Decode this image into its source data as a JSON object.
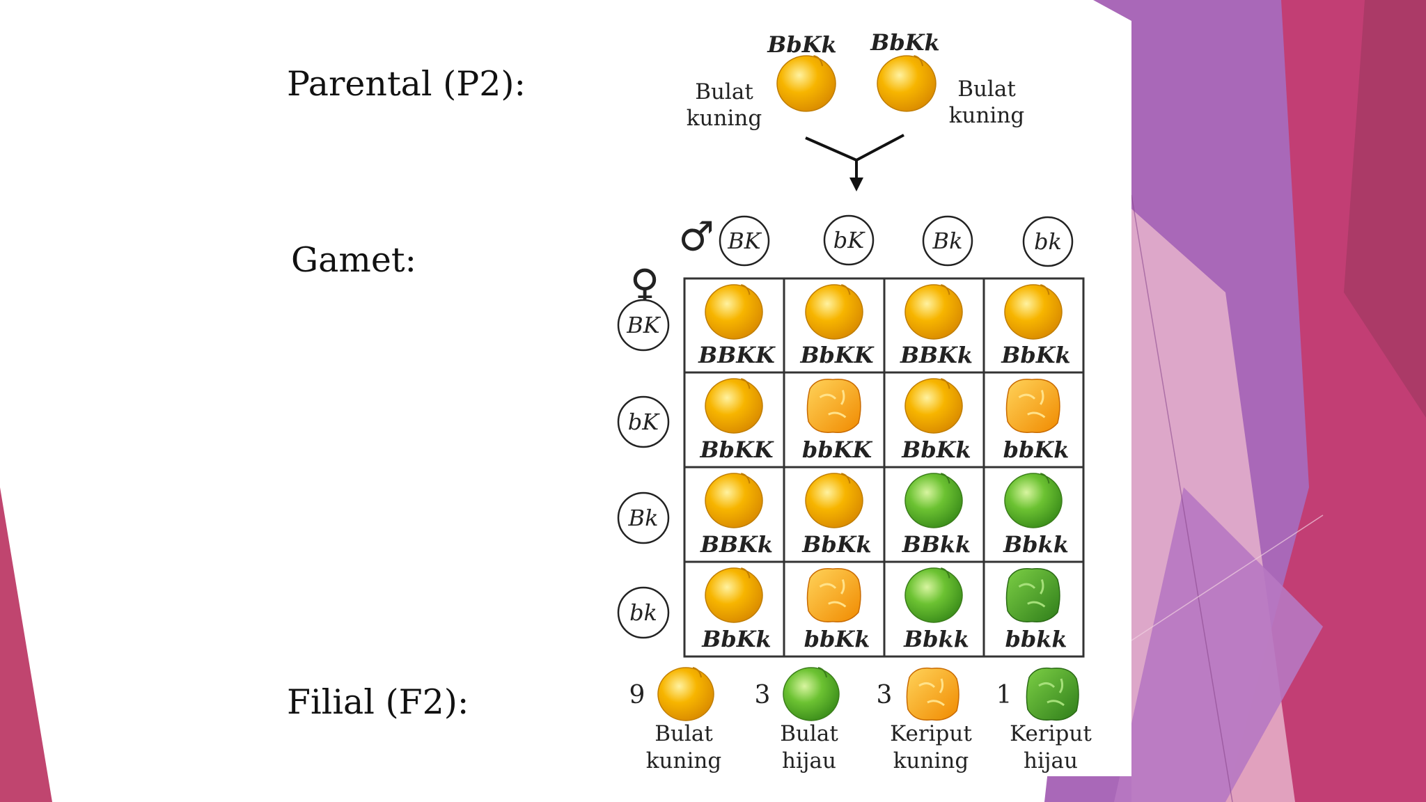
{
  "slide": {
    "labels": {
      "parental": "Parental (P2):",
      "gamet": "Gamet:",
      "filial": "Filial (F2):"
    }
  },
  "parents": [
    {
      "genotype": "BbKk",
      "line1": "Bulat",
      "line2": "kuning",
      "seed": "yellow-round"
    },
    {
      "genotype": "BbKk",
      "line1": "Bulat",
      "line2": "kuning",
      "seed": "yellow-round"
    }
  ],
  "gametes": {
    "male_symbol": "♂",
    "female_symbol": "♀",
    "male": [
      "BK",
      "bK",
      "Bk",
      "bk"
    ],
    "female": [
      "BK",
      "bK",
      "Bk",
      "bk"
    ]
  },
  "punnett": [
    [
      {
        "g": "BBKK",
        "seed": "yellow-round"
      },
      {
        "g": "BbKK",
        "seed": "yellow-round"
      },
      {
        "g": "BBKk",
        "seed": "yellow-round"
      },
      {
        "g": "BbKk",
        "seed": "yellow-round"
      }
    ],
    [
      {
        "g": "BbKK",
        "seed": "yellow-round"
      },
      {
        "g": "bbKK",
        "seed": "yellow-wrinkled"
      },
      {
        "g": "BbKk",
        "seed": "yellow-round"
      },
      {
        "g": "bbKk",
        "seed": "yellow-wrinkled"
      }
    ],
    [
      {
        "g": "BBKk",
        "seed": "yellow-round"
      },
      {
        "g": "BbKk",
        "seed": "yellow-round"
      },
      {
        "g": "BBkk",
        "seed": "green-round"
      },
      {
        "g": "Bbkk",
        "seed": "green-round"
      }
    ],
    [
      {
        "g": "BbKk",
        "seed": "yellow-round"
      },
      {
        "g": "bbKk",
        "seed": "yellow-wrinkled"
      },
      {
        "g": "Bbkk",
        "seed": "green-round"
      },
      {
        "g": "bbkk",
        "seed": "green-wrinkled"
      }
    ]
  ],
  "f2": [
    {
      "count": "9",
      "line1": "Bulat",
      "line2": "kuning",
      "seed": "yellow-round"
    },
    {
      "count": "3",
      "line1": "Bulat",
      "line2": "hijau",
      "seed": "green-round"
    },
    {
      "count": "3",
      "line1": "Keriput",
      "line2": "kuning",
      "seed": "yellow-wrinkled"
    },
    {
      "count": "1",
      "line1": "Keriput",
      "line2": "hijau",
      "seed": "green-wrinkled"
    }
  ],
  "colors": {
    "yellow": "#f7b500",
    "green": "#5cb82a",
    "grid": "#333333",
    "magenta": "#b83a6b",
    "purple": "#9b5fb0"
  }
}
